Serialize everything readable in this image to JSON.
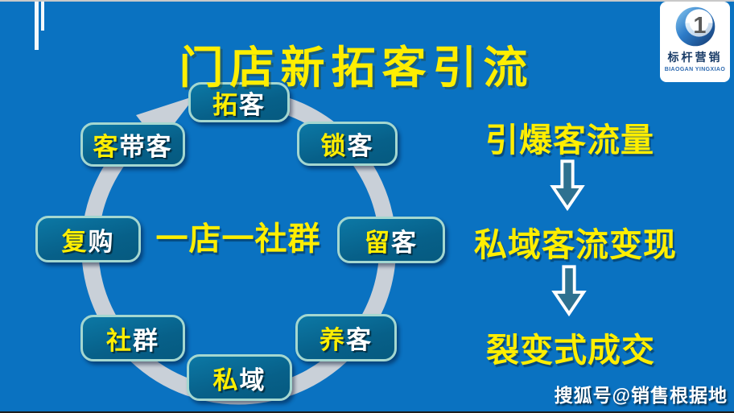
{
  "page": {
    "title": "门店新拓客引流",
    "watermark": "搜狐号@销售根据地"
  },
  "logo": {
    "number": "1",
    "name_cn": "标杆营销",
    "name_en": "BIAOGAN YINGXIAO"
  },
  "cycle": {
    "center_label": "一店一社群",
    "direction": "clockwise",
    "nodes": [
      {
        "id": "tuoke",
        "highlight": "拓",
        "rest": "客"
      },
      {
        "id": "suoke",
        "highlight": "锁",
        "rest": "客"
      },
      {
        "id": "liuke",
        "highlight": "留",
        "rest": "客"
      },
      {
        "id": "yangke",
        "highlight": "养",
        "rest": "客"
      },
      {
        "id": "siyu",
        "highlight": "私",
        "rest": "域"
      },
      {
        "id": "shequn",
        "highlight": "社",
        "rest": "群"
      },
      {
        "id": "fugou",
        "highlight": "复",
        "rest": "购"
      },
      {
        "id": "kedaike",
        "highlight": "客",
        "rest": "带客"
      }
    ]
  },
  "funnel": {
    "steps": [
      "引爆客流量",
      "私域客流变现",
      "裂变式成交"
    ]
  },
  "colors": {
    "background": "#0a72c1",
    "accent_yellow": "#ffee00",
    "node_fill": "#076089",
    "node_border": "#a4d7d0",
    "ring_gray": "#c9d0d8",
    "arrow_fill": "#2e7190"
  }
}
